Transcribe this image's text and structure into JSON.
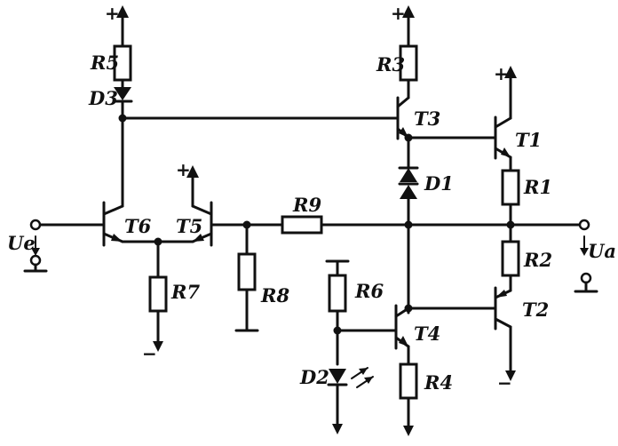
{
  "labels": {
    "r1": "R1",
    "r2": "R2",
    "r3": "R3",
    "r4": "R4",
    "r5": "R5",
    "r6": "R6",
    "r7": "R7",
    "r8": "R8",
    "r9": "R9",
    "t1": "T1",
    "t2": "T2",
    "t3": "T3",
    "t4": "T4",
    "t5": "T5",
    "t6": "T6",
    "d1": "D1",
    "d2": "D2",
    "d3": "D3",
    "u_in": "Ue",
    "u_out": "Ua"
  },
  "supply": {
    "plus": "+",
    "minus": "−"
  }
}
